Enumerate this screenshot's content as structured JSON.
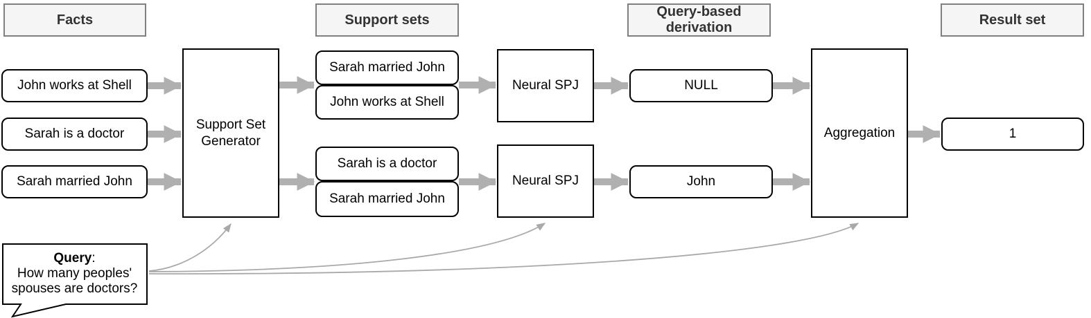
{
  "headers": [
    {
      "label": "Facts"
    },
    {
      "label": "Support sets"
    },
    {
      "label": "Query-based derivation"
    },
    {
      "label": "Result set"
    }
  ],
  "facts": [
    "John works at Shell",
    "Sarah is a doctor",
    "Sarah married John"
  ],
  "generator": {
    "label": "Support Set Generator"
  },
  "support_sets": [
    {
      "items": [
        "Sarah married John",
        "John works at Shell"
      ]
    },
    {
      "items": [
        "Sarah is a doctor",
        "Sarah married John"
      ]
    }
  ],
  "spj": [
    {
      "label": "Neural SPJ"
    },
    {
      "label": "Neural SPJ"
    }
  ],
  "derivations": [
    "NULL",
    "John"
  ],
  "aggregation": {
    "label": "Aggregation"
  },
  "result": {
    "value": "1"
  },
  "query_bubble": {
    "title": "Query",
    "colon": ":",
    "line2": "How many peoples'",
    "line3": "spouses are doctors?"
  },
  "colors": {
    "background": "#ffffff",
    "box_border": "#000000",
    "header_fill": "#f5f5f5",
    "header_border": "#7f7f7f",
    "header_text": "#333333",
    "flow_arrow": "#b0b0b0",
    "query_curve": "#a9a9a9"
  }
}
